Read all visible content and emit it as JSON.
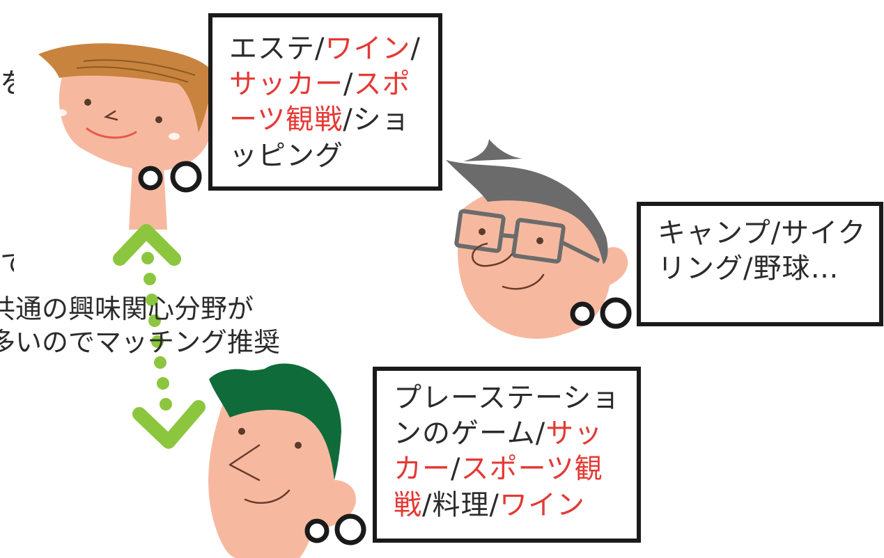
{
  "colors": {
    "text": "#2b2b2b",
    "red_text": "#e53935",
    "border": "#1a1a1a",
    "skin": "#f6b9a0",
    "hair_brown": "#c8843f",
    "hair_gray": "#6b6b6b",
    "hair_green": "#0f6b3a",
    "arrow_green": "#8cc63f"
  },
  "people": [
    {
      "hair": "brown",
      "interests": [
        {
          "text": "エステ/",
          "highlight": false
        },
        {
          "text": "ワイン",
          "highlight": true
        },
        {
          "text": "/",
          "highlight": false
        },
        {
          "text": "サッカー",
          "highlight": true
        },
        {
          "text": "/",
          "highlight": false
        },
        {
          "text": "スポーツ観戦",
          "highlight": true
        },
        {
          "text": "/ショッピング",
          "highlight": false
        }
      ]
    },
    {
      "hair": "gray",
      "interests": [
        {
          "text": "キャンプ/サイクリング/野球…",
          "highlight": false
        }
      ]
    },
    {
      "hair": "green",
      "interests": [
        {
          "text": "プレーステーションのゲーム/",
          "highlight": false
        },
        {
          "text": "サッカー",
          "highlight": true
        },
        {
          "text": "/",
          "highlight": false
        },
        {
          "text": "スポーツ観戦",
          "highlight": true
        },
        {
          "text": "/料理/",
          "highlight": false
        },
        {
          "text": "ワイン",
          "highlight": true
        }
      ]
    }
  ],
  "match_note": {
    "line1": "共通の興味関心分野が",
    "line2": "多いのでマッチング推奨"
  },
  "edge_fragments": {
    "top": "を",
    "middle": "て"
  }
}
